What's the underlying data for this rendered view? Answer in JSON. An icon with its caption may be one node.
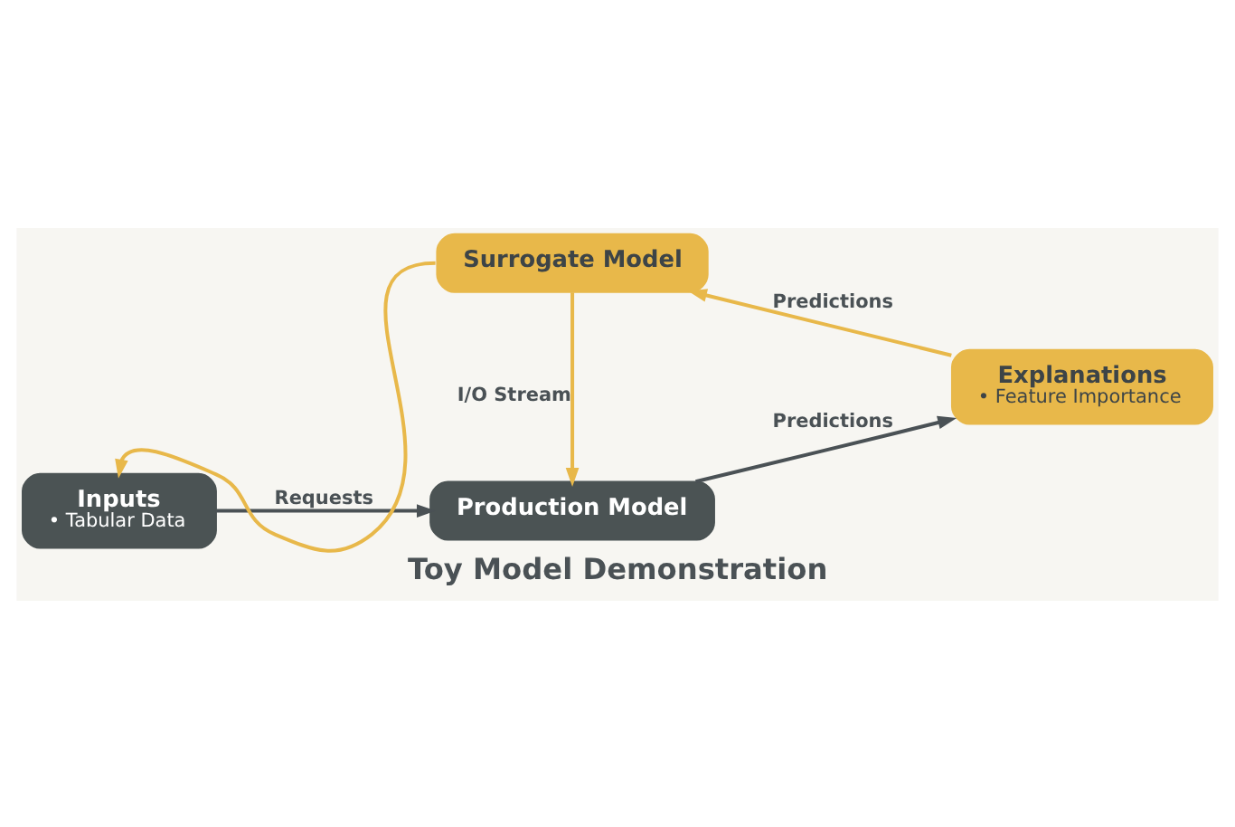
{
  "diagram": {
    "title": "Toy Model Demonstration",
    "nodes": [
      {
        "text": [
          "Inputs",
          "• Tabular Data"
        ]
      },
      {
        "text": [
          "Production Model"
        ]
      },
      {
        "text": [
          "Explanations",
          "• Feature Importance"
        ]
      },
      {
        "text": [
          "Surrogate Model"
        ]
      }
    ],
    "edges": [
      {
        "from": 0,
        "to": 1,
        "arrow": "to",
        "label": "Requests",
        "color": "#4a5155"
      },
      {
        "from": 1,
        "to": 2,
        "arrow": "to",
        "label": "Predictions",
        "color": "#4a5155"
      },
      {
        "from": 2,
        "to": 3,
        "arrow": "to",
        "label": "Predictions"
      },
      {
        "from": 3,
        "to": 1,
        "arrow": "to",
        "label": "I/O Stream"
      },
      {
        "from": 3,
        "to": 0,
        "arrow": "to"
      }
    ]
  }
}
